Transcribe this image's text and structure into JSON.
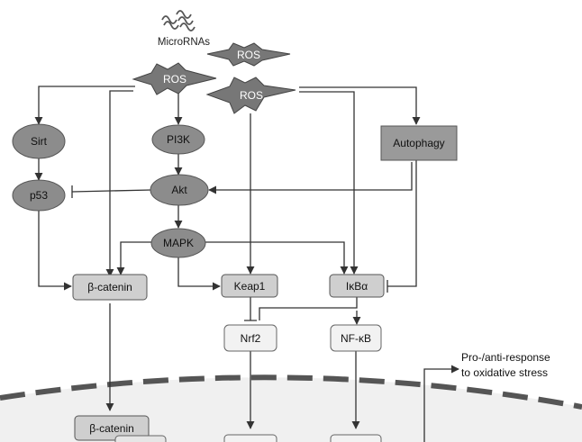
{
  "mirna": {
    "label": "MicroRNAs"
  },
  "ros": {
    "ros_1": "ROS",
    "ros_2": "ROS",
    "ros_3": "ROS"
  },
  "nodes": {
    "sirt": "Sirt",
    "p53": "p53",
    "pi3k": "PI3K",
    "akt": "Akt",
    "mapk": "MAPK",
    "autophagy": "Autophagy",
    "beta_catenin": "β-catenin",
    "keap1": "Keap1",
    "ikba": "IκBα",
    "nrf2": "Nrf2",
    "nfkb": "NF-κB",
    "beta_catenin_nuclear": "β-catenin"
  },
  "response": {
    "line1": "Pro-/anti-response",
    "line2": "to oxidative stress"
  },
  "colors": {
    "oval_fill": "#8c8c8c",
    "box_dark_fill": "#9a9a9a",
    "box_light_fill": "#cfcfcf",
    "box_white_fill": "#f2f2f2",
    "ros_fill": "#777777",
    "nucleus_fill": "#f0f0f0",
    "line": "#333333"
  }
}
